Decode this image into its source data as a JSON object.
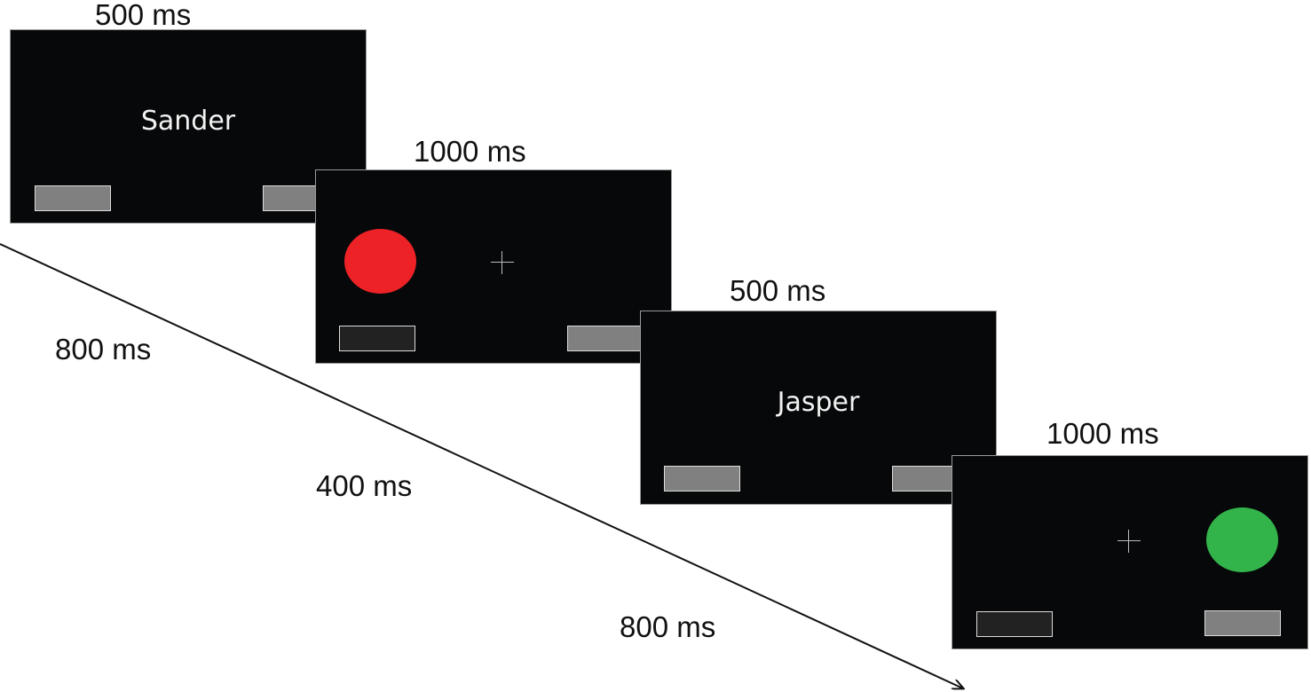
{
  "screens": [
    {
      "duration": "500 ms",
      "word": "Sander",
      "left_key": "active",
      "right_key": "active"
    },
    {
      "duration": "1000 ms",
      "circle_color": "#ec2227",
      "circle_side": "left",
      "fixation": "plus",
      "left_key": "dim",
      "right_key": "active"
    },
    {
      "duration": "500 ms",
      "word": "Jasper",
      "left_key": "active",
      "right_key": "active"
    },
    {
      "duration": "1000 ms",
      "circle_color": "#32b44b",
      "circle_side": "right",
      "fixation": "plus",
      "left_key": "dim",
      "right_key": "active"
    }
  ],
  "intervals": [
    {
      "label": "800 ms"
    },
    {
      "label": "400 ms"
    },
    {
      "label": "800 ms"
    }
  ],
  "colors": {
    "screen_background": "#070809",
    "key_active": "#808080",
    "key_dim": "#222222",
    "red_circle": "#ec2227",
    "green_circle": "#32b44b"
  }
}
